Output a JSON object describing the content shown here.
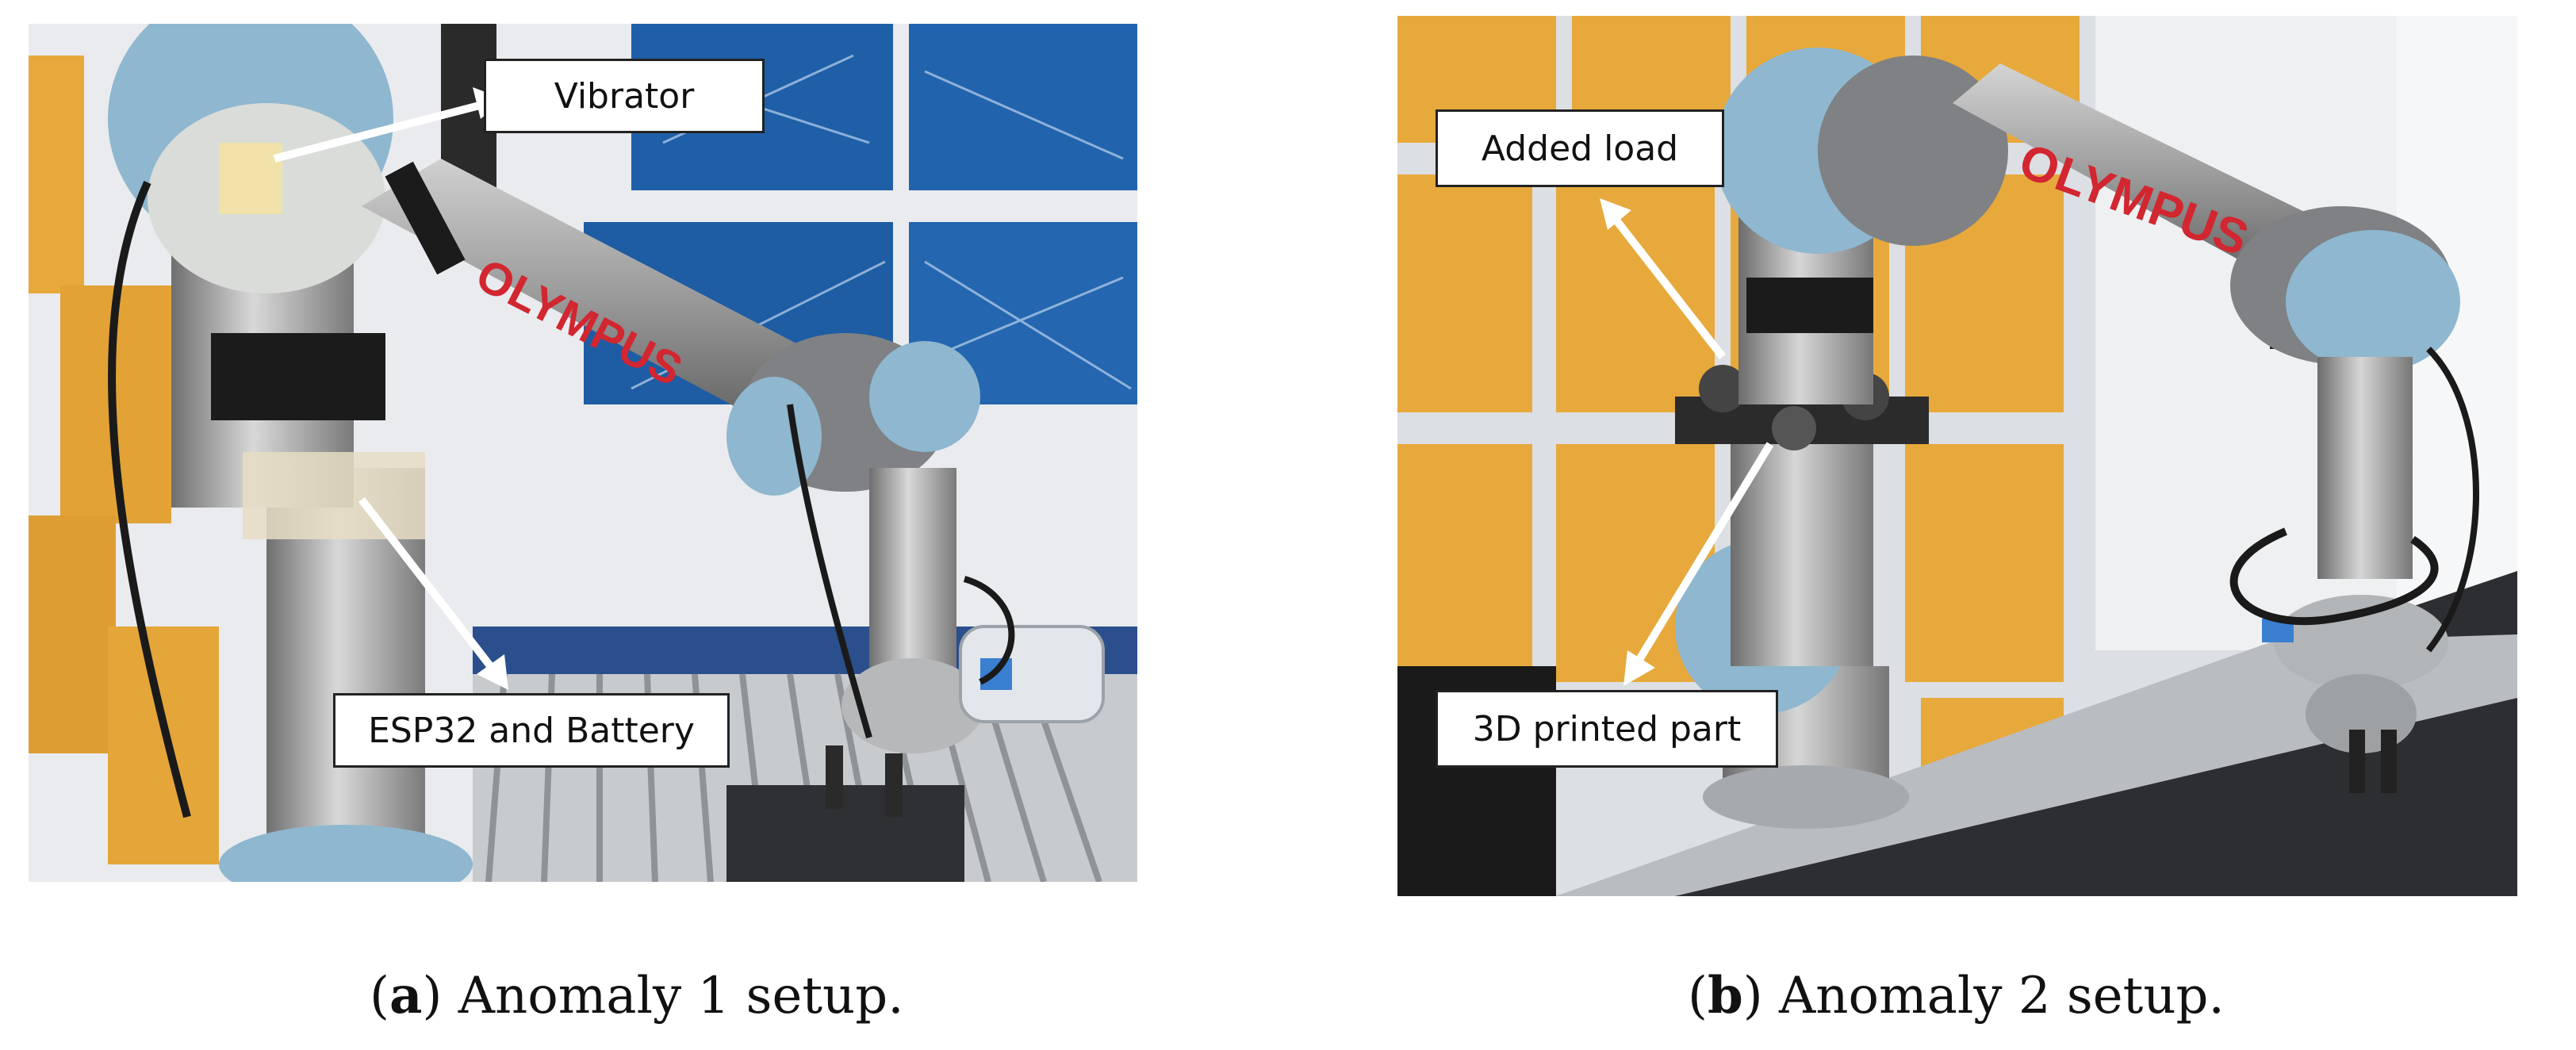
{
  "panel_a": {
    "callouts": {
      "vibrator": "Vibrator",
      "esp32": "ESP32 and Battery"
    },
    "caption": {
      "letter": "a",
      "text": " Anomaly 1 setup."
    }
  },
  "panel_b": {
    "callouts": {
      "added_load": "Added load",
      "printed_part": "3D printed part"
    },
    "caption": {
      "letter": "b",
      "text": " Anomaly 2 setup."
    }
  },
  "colors": {
    "robot_blue": "#8fb7cf",
    "robot_grey": "#9a9a9a",
    "foam_yellow": "#e7a93b",
    "wall_blue": "#1f5fa8",
    "logo_red": "#d22630"
  }
}
